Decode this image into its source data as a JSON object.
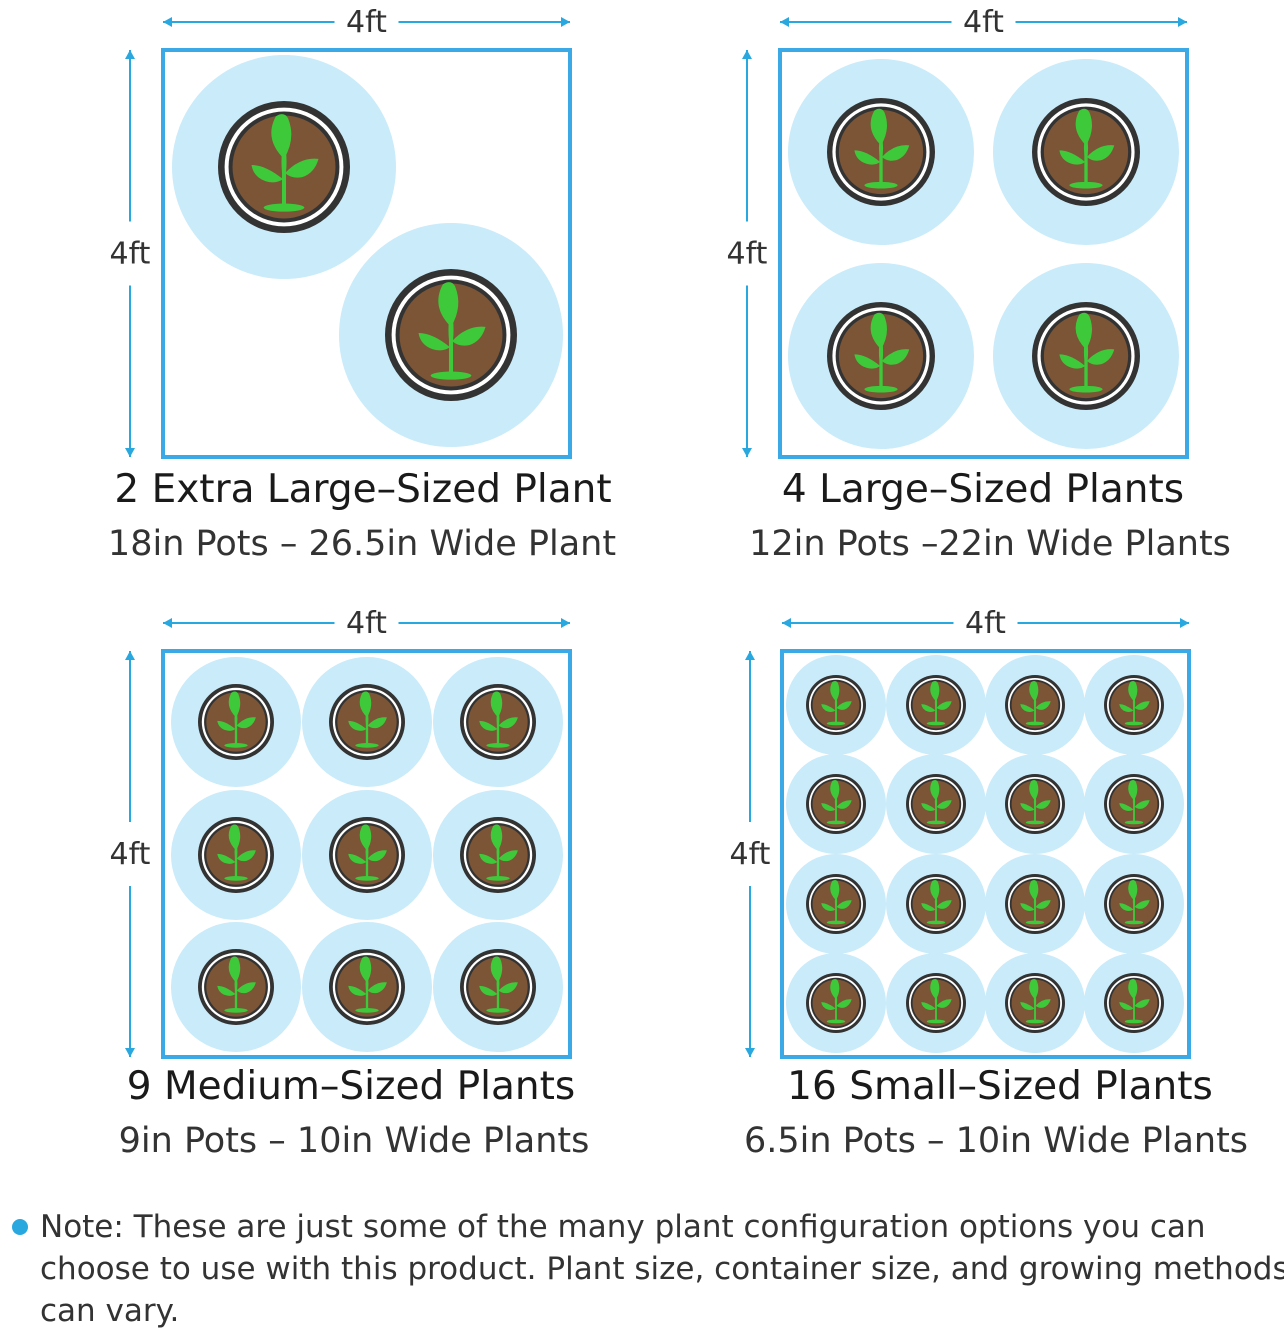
{
  "colors": {
    "accent": "#29a8e0",
    "halo": "#c9ebfa",
    "soil": "#7b5536",
    "leaf": "#3ec93a",
    "ring": "#333333"
  },
  "panels": [
    {
      "width_label": "4ft",
      "height_label": "4ft",
      "plant_count": 2,
      "title": "2 Extra Large–Sized Plant",
      "subtitle": "18in Pots – 26.5in Wide Plant"
    },
    {
      "width_label": "4ft",
      "height_label": "4ft",
      "plant_count": 4,
      "title": "4 Large–Sized Plants",
      "subtitle": "12in Pots –22in Wide Plants"
    },
    {
      "width_label": "4ft",
      "height_label": "4ft",
      "plant_count": 9,
      "title": "9 Medium–Sized Plants",
      "subtitle": "9in Pots – 10in Wide Plants"
    },
    {
      "width_label": "4ft",
      "height_label": "4ft",
      "plant_count": 16,
      "title": "16 Small–Sized Plants",
      "subtitle": "6.5in Pots – 10in Wide Plants"
    }
  ],
  "note": "Note: These are just some of the many plant configuration options you can choose to use with this product. Plant size, container size, and growing methods can vary."
}
